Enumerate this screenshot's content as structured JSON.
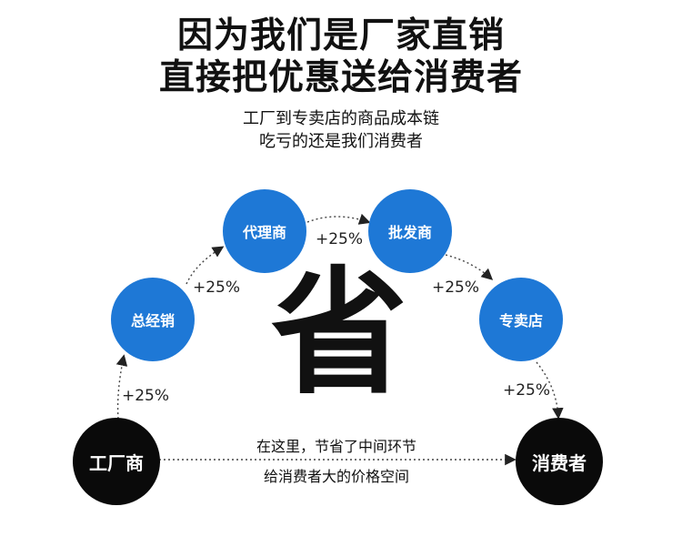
{
  "headline": {
    "line1": "因为我们是厂家直销",
    "line2": "直接把优惠送给消费者"
  },
  "subheadline": {
    "line1": "工厂到专卖店的商品成本链",
    "line2": "吃亏的还是我们消费者"
  },
  "center_char": "省",
  "nodes": {
    "factory": "工厂商",
    "distributor": "总经销",
    "agent": "代理商",
    "wholesaler": "批发商",
    "store": "专卖店",
    "consumer": "消费者"
  },
  "markups": {
    "m1": "+25%",
    "m2": "+25%",
    "m3": "+25%",
    "m4": "+25%",
    "m5": "+25%"
  },
  "bottom_note": {
    "line1": "在这里，节省了中间环节",
    "line2": "给消费者大的价格空间"
  },
  "colors": {
    "blue": "#1e78d6",
    "black": "#0a0a0a"
  }
}
